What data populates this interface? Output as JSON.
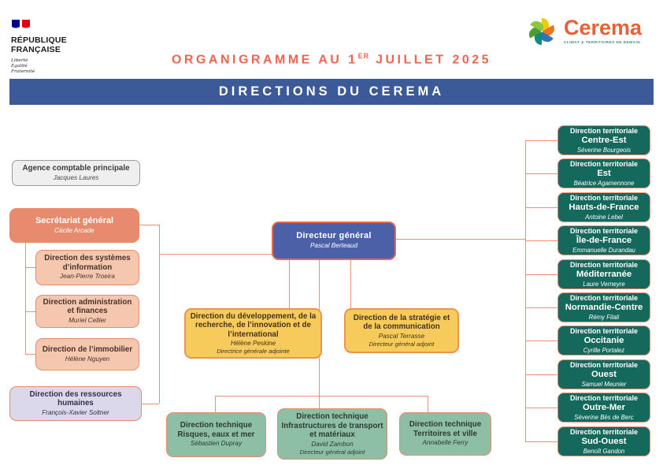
{
  "header": {
    "marianne": {
      "line1": "RÉPUBLIQUE",
      "line2": "FRANÇAISE",
      "motto1": "Liberté",
      "motto2": "Égalité",
      "motto3": "Fraternité"
    },
    "title": {
      "p1": "ORGANIGRAMME AU 1",
      "sup": "ER",
      "p2": " JUILLET 2025"
    },
    "banner": "DIRECTIONS DU CEREMA",
    "cerema": {
      "wordmark": "Cerema",
      "tagline": "CLIMAT & TERRITOIRES DE DEMAIN"
    }
  },
  "colors": {
    "banner_blue": "#3d5a98",
    "title_orange": "#ee6450",
    "dg_blue": "#4c60a8",
    "salmon": "#e78a6d",
    "light_salmon": "#f6c7af",
    "lavender": "#dbd8ec",
    "yellow": "#f6cb5c",
    "sage_green": "#8dbfa6",
    "dark_teal": "#15695c",
    "connector": "#ee8f70"
  },
  "org": {
    "agence": {
      "title": "Agence comptable principale",
      "name": "Jacques Laures"
    },
    "secretariat_general": {
      "title": "Secrétariat général",
      "name": "Cécile Arcade"
    },
    "sg_children": [
      {
        "title": "Direction des systèmes d’information",
        "name": "Jean-Pierre Troeira"
      },
      {
        "title": "Direction administration et finances",
        "name": "Muriel Cellier"
      },
      {
        "title": "Direction de l’immobilier",
        "name": "Hélène Nguyen"
      }
    ],
    "drh": {
      "title": "Direction des ressources humaines",
      "name": "François-Xavier Soltner"
    },
    "directeur_general": {
      "title": "Directeur général",
      "name": "Pascal Berteaud"
    },
    "adjoints": [
      {
        "title": "Direction du développement, de la recherche, de l’innovation et de l’international",
        "name": "Hélène Peskine",
        "role": "Directrice générale adjointe"
      },
      {
        "title": "Direction de la stratégie et de la communication",
        "name": "Pascal Terrasse",
        "role": "Directeur général adjoint"
      }
    ],
    "technique": [
      {
        "title": "Direction technique Risques, eaux et mer",
        "name": "Sébastien Dupray"
      },
      {
        "title": "Direction technique Infrastructures de transport et matériaux",
        "name": "David Zambon",
        "role": "Directeur général adjoint"
      },
      {
        "title": "Direction technique Territoires et ville",
        "name": "Annabelle Ferry"
      }
    ],
    "territoriale_label": "Direction territoriale",
    "territoriales": [
      {
        "region": "Centre-Est",
        "name": "Séverine Bourgeois"
      },
      {
        "region": "Est",
        "name": "Béatrice Agamennone"
      },
      {
        "region": "Hauts-de-France",
        "name": "Antoine Lebel"
      },
      {
        "region": "Île-de-France",
        "name": "Emmanuelle Durandau"
      },
      {
        "region": "Méditerranée",
        "name": "Laure Verneyre"
      },
      {
        "region": "Normandie-Centre",
        "name": "Rémy Filali"
      },
      {
        "region": "Occitanie",
        "name": "Cyrille Portalez"
      },
      {
        "region": "Ouest",
        "name": "Samuel Meunier"
      },
      {
        "region": "Outre-Mer",
        "name": "Séverine Bès de Berc"
      },
      {
        "region": "Sud-Ouest",
        "name": "Benoît Gandon"
      }
    ]
  }
}
